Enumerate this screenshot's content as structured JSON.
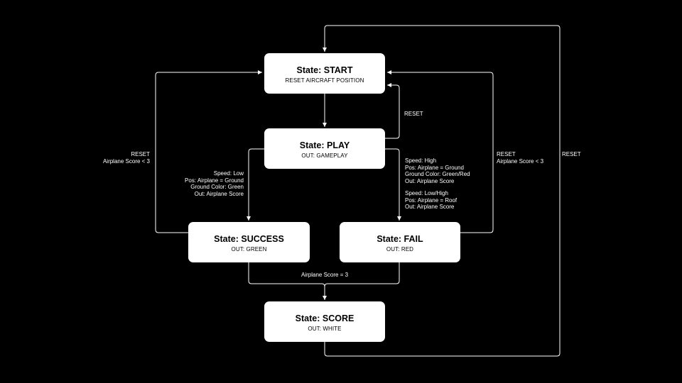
{
  "nodes": {
    "start": {
      "title": "State: START",
      "output": "RESET AIRCRAFT POSITION"
    },
    "play": {
      "title": "State: PLAY",
      "output": "OUT: GAMEPLAY"
    },
    "success": {
      "title": "State: SUCCESS",
      "output": "OUT: GREEN"
    },
    "fail": {
      "title": "State: FAIL",
      "output": "OUT: RED"
    },
    "score": {
      "title": "State: SCORE",
      "output": "OUT: WHITE"
    }
  },
  "edges": {
    "play_to_start": {
      "lines": [
        "RESET"
      ]
    },
    "success_to_start": {
      "lines": [
        "RESET",
        "Airplane Score < 3"
      ]
    },
    "fail_to_start": {
      "lines": [
        "RESET",
        "Airplane Score < 3"
      ]
    },
    "score_to_start": {
      "lines": [
        "RESET"
      ]
    },
    "play_to_success": {
      "lines": [
        "Speed: Low",
        "Pos: Airplane = Ground",
        "Ground Color: Green",
        "Out: Airplane Score"
      ]
    },
    "play_to_fail_ground": {
      "lines": [
        "Speed: High",
        "Pos: Airplane = Ground",
        "Ground Color: Green/Red",
        "Out: Airplane Score"
      ]
    },
    "play_to_fail_roof": {
      "lines": [
        "Speed: Low/High",
        "Pos: Airplane = Roof",
        "Out: Airplane Score"
      ]
    },
    "to_score": {
      "lines": [
        "Airplane Score = 3"
      ]
    }
  },
  "colors": {
    "background": "#000000",
    "node_fill": "#ffffff",
    "edge": "#ffffff",
    "text_on_node": "#000000",
    "text_on_bg": "#ffffff"
  }
}
